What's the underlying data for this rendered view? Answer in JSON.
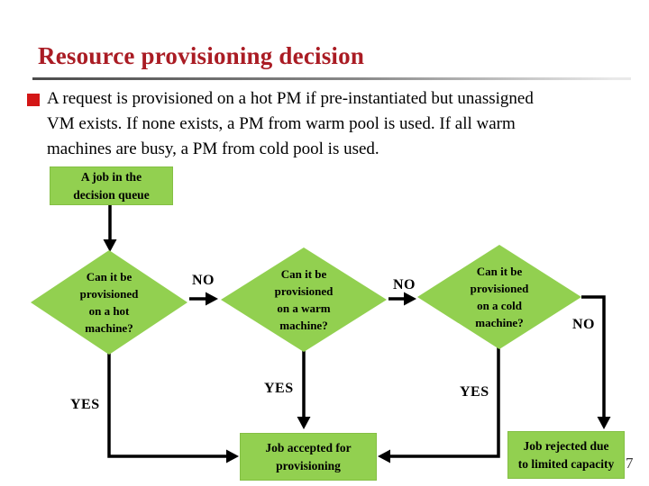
{
  "slide": {
    "title": "Resource provisioning decision",
    "body": "A request is provisioned on a hot PM if pre-instantiated but unassigned\nVM exists. If none exists, a PM from warm pool is used. If all warm\nmachines are busy, a PM from cold pool is used.",
    "page_number": "7"
  },
  "colors": {
    "title_red": "#AA1C24",
    "bullet_red": "#D31616",
    "node_green": "#92D050",
    "arrow_black": "#000000",
    "divider_gray": "#8a8a8a"
  },
  "flowchart": {
    "start": "A job in the\ndecision queue",
    "decision_hot": "Can it be\nprovisioned\non a hot\nmachine?",
    "decision_warm": "Can it be\nprovisioned\non a warm\nmachine?",
    "decision_cold": "Can it be\nprovisioned\non a cold\nmachine?",
    "accepted": "Job accepted for\nprovisioning",
    "rejected": "Job rejected due\nto limited capacity",
    "labels": {
      "no_hot": "NO",
      "no_warm": "NO",
      "no_cold": "NO",
      "yes_hot": "YES",
      "yes_warm": "YES",
      "yes_cold": "YES"
    }
  }
}
